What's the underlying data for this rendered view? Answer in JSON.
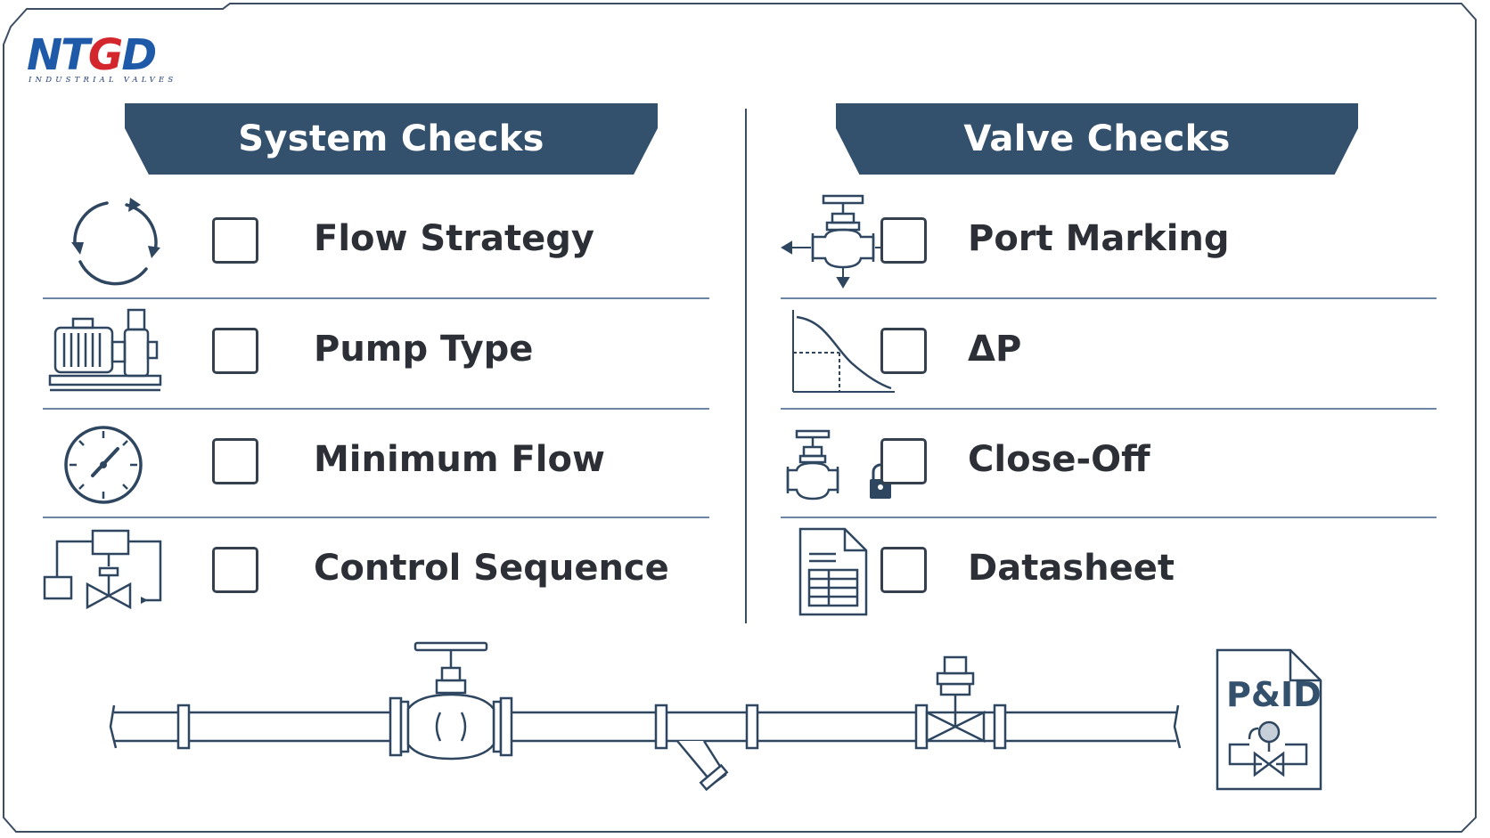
{
  "logo": {
    "brand": "NTGD",
    "tagline": "INDUSTRIAL VALVES"
  },
  "system_checks": {
    "title": "System Checks",
    "items": [
      {
        "label": "Flow Strategy",
        "icon": "recycle-arrows-icon"
      },
      {
        "label": "Pump Type",
        "icon": "pump-icon"
      },
      {
        "label": "Minimum Flow",
        "icon": "gauge-icon"
      },
      {
        "label": "Control Sequence",
        "icon": "control-loop-icon"
      }
    ]
  },
  "valve_checks": {
    "title": "Valve Checks",
    "items": [
      {
        "label": "Port Marking",
        "icon": "valve-ports-icon"
      },
      {
        "label": "ΔP",
        "icon": "pressure-curve-icon"
      },
      {
        "label": "Close-Off",
        "icon": "valve-lock-icon"
      },
      {
        "label": "Datasheet",
        "icon": "datasheet-icon"
      }
    ]
  },
  "pid_doc": {
    "label": "P&ID",
    "icon": "pid-document-icon"
  },
  "colors": {
    "banner": "#33506d",
    "logo_blue": "#1f5aa8",
    "logo_red": "#d3272d",
    "line": "#3d4e63"
  }
}
